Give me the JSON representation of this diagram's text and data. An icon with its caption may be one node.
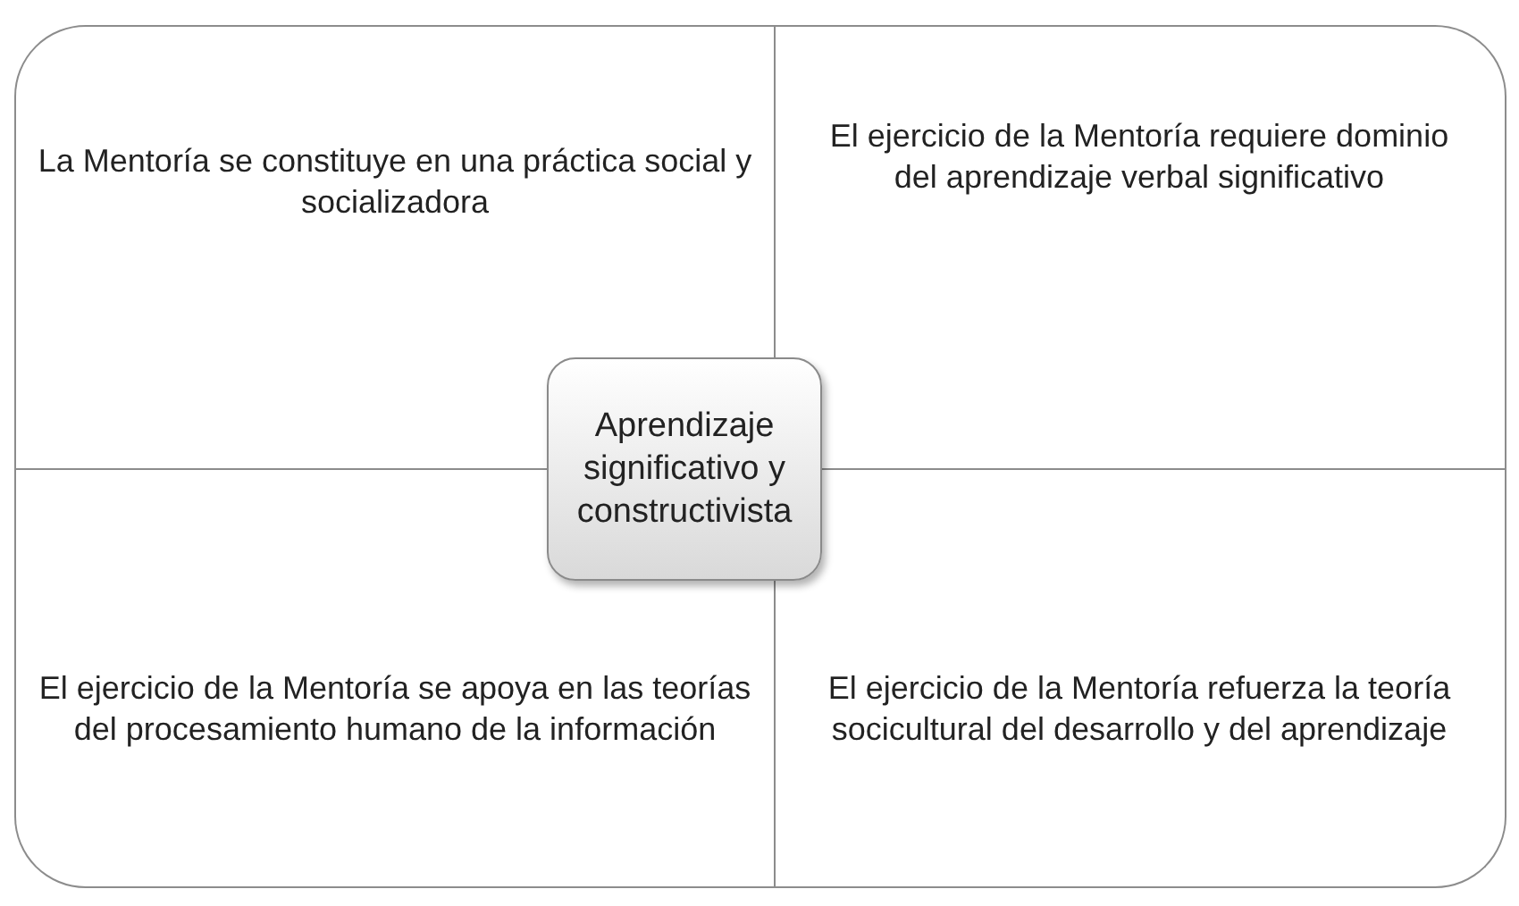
{
  "diagram": {
    "nodes": [
      {
        "text": [
          "La Mentoría se constituye en una práctica social y socializadora"
        ]
      },
      {
        "text": [
          "El ejercicio de la Mentoría requiere dominio del aprendizaje verbal significativo"
        ]
      },
      {
        "text": [
          "El ejercicio de la Mentoría se apoya en las teorías del procesamiento humano de la información"
        ]
      },
      {
        "text": [
          "El ejercicio de la Mentoría refuerza la teoría socicultural del desarrollo y del aprendizaje"
        ]
      },
      {
        "text": [
          "Aprendizaje significativo y constructivista"
        ]
      }
    ],
    "edges": []
  }
}
